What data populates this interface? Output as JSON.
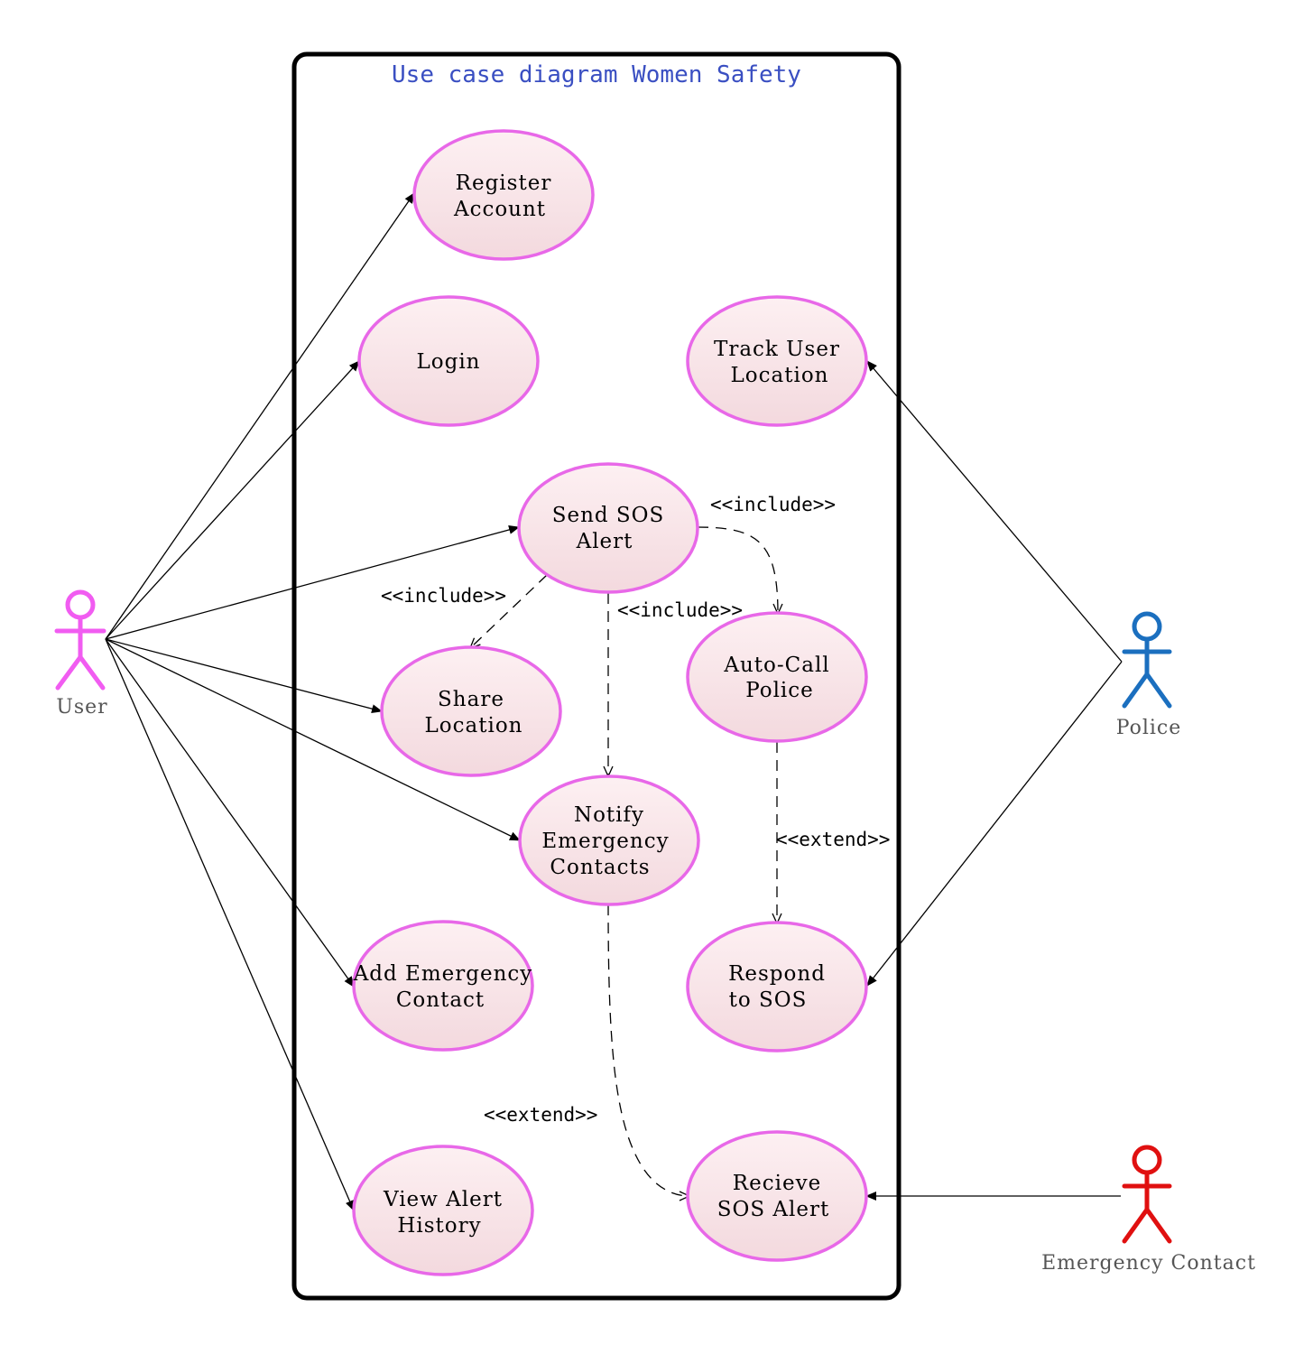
{
  "title": "Use case diagram Women Safety",
  "colors": {
    "title": "#3a4fc2",
    "usecase_fill_top": "#fdf0f2",
    "usecase_fill_bottom": "#f3d9de",
    "usecase_stroke": "#e868e8",
    "user_actor": "#f15cf1",
    "police_actor": "#1b6fbf",
    "emergency_actor": "#e01010",
    "actor_label": "#555555"
  },
  "actors": {
    "user": {
      "label": "User",
      "icon": "stick-figure-icon"
    },
    "police": {
      "label": "Police",
      "icon": "stick-figure-icon"
    },
    "emergency_contact": {
      "label": "Emergency Contact",
      "icon": "stick-figure-icon"
    }
  },
  "use_cases": {
    "register_account": [
      "Register",
      "Account"
    ],
    "login": [
      "Login"
    ],
    "track_user_location": [
      "Track User",
      "Location"
    ],
    "send_sos_alert": [
      "Send SOS",
      "Alert"
    ],
    "share_location": [
      "Share",
      "Location"
    ],
    "auto_call_police": [
      "Auto-Call",
      "Police"
    ],
    "notify_emergency_contacts": [
      "Notify",
      "Emergency",
      "Contacts"
    ],
    "add_emergency_contact": [
      "Add Emergency",
      "Contact"
    ],
    "respond_to_sos": [
      "Respond",
      "to SOS"
    ],
    "view_alert_history": [
      "View Alert",
      "History"
    ],
    "recieve_sos_alert": [
      "Recieve",
      "SOS Alert"
    ]
  },
  "relations": {
    "include_auto_call": "<<include>>",
    "include_share_location": "<<include>>",
    "include_notify": "<<include>>",
    "extend_respond": "<<extend>>",
    "extend_recieve": "<<extend>>"
  }
}
